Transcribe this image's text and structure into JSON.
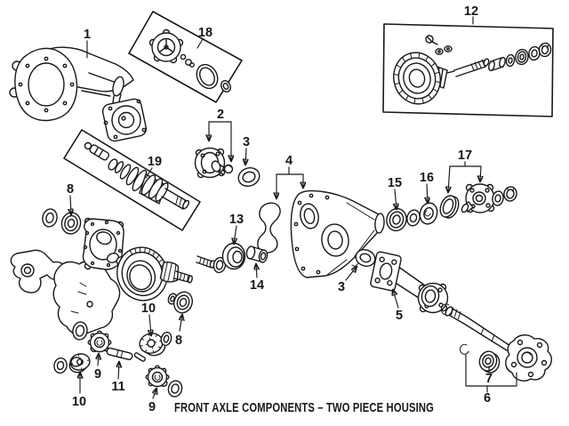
{
  "figure": {
    "title": "FRONT AXLE COMPONENTS – TWO PIECE HOUSING",
    "line_color": "#181818",
    "background_color": "#ffffff"
  },
  "callouts": [
    "1",
    "18",
    "12",
    "2",
    "3",
    "4",
    "19",
    "8",
    "15",
    "16",
    "17",
    "13",
    "14",
    "3",
    "5",
    "10",
    "8",
    "9",
    "10",
    "11",
    "9",
    "7",
    "6"
  ]
}
